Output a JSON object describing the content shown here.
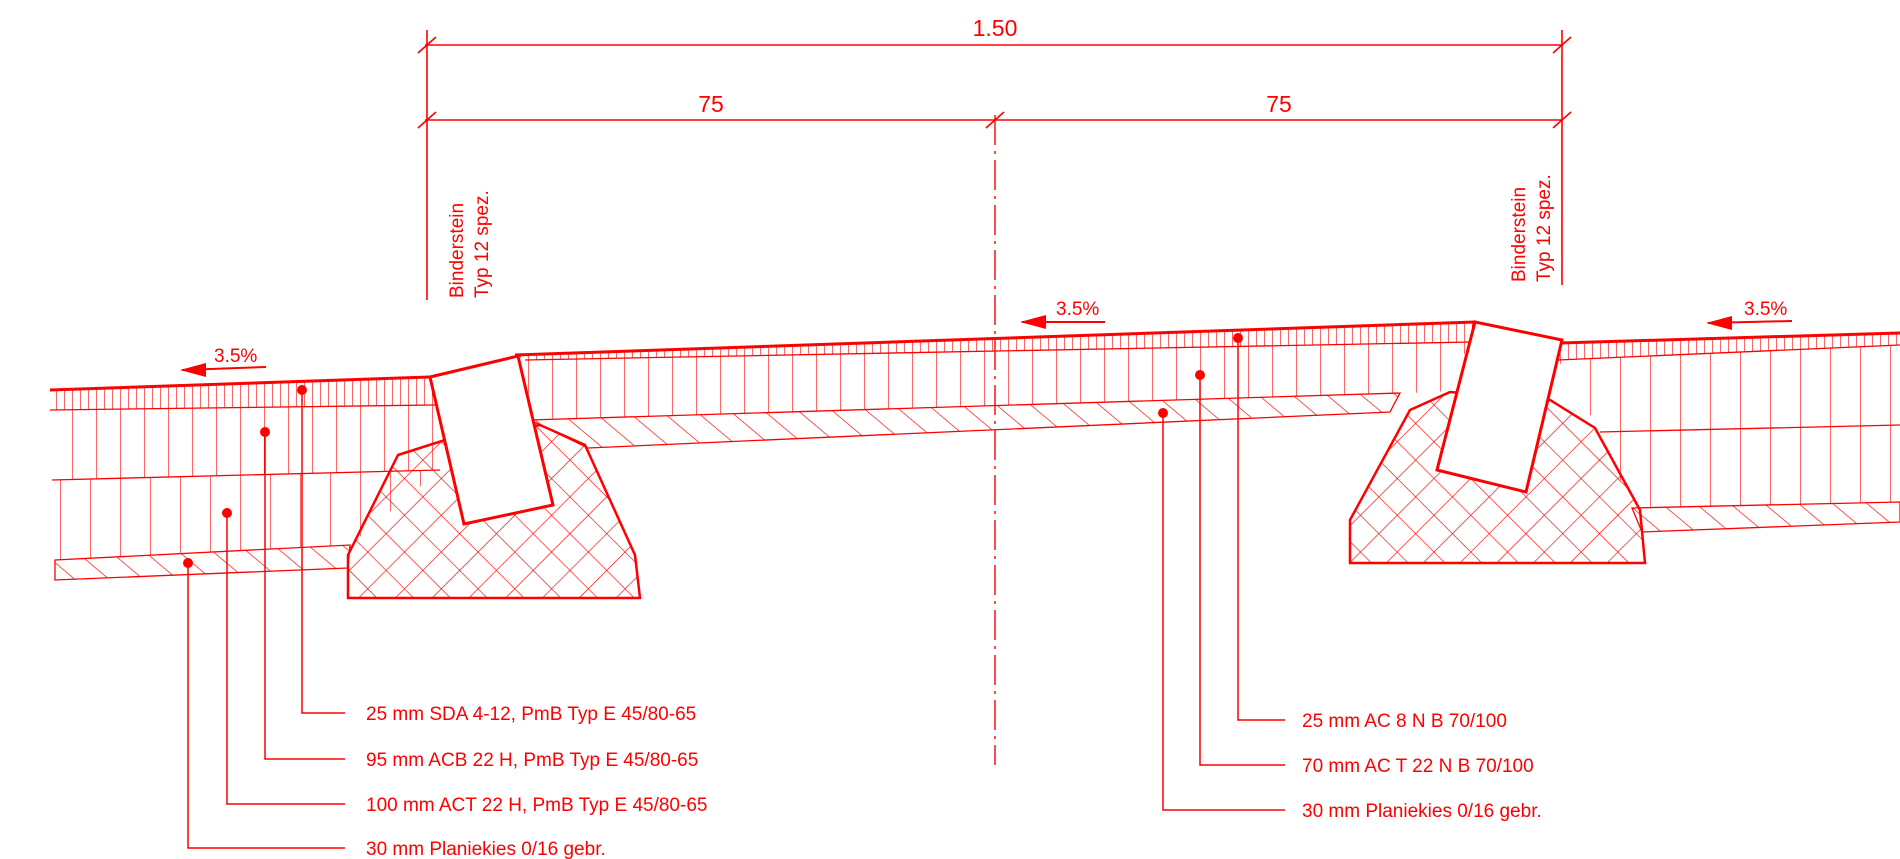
{
  "color": "#ff0000",
  "dimensions": {
    "total": "1.50",
    "left_half": "75",
    "right_half": "75"
  },
  "binderstein_left": {
    "line1": "Binderstein",
    "line2": "Typ 12 spez."
  },
  "binderstein_right": {
    "line1": "Binderstein",
    "line2": "Typ 12 spez."
  },
  "slopes": {
    "left": "3.5%",
    "center": "3.5%",
    "right": "3.5%"
  },
  "layers_left": [
    "25 mm SDA 4-12, PmB Typ E 45/80-65",
    "95 mm ACB 22 H, PmB Typ E 45/80-65",
    "100 mm ACT 22 H, PmB Typ E 45/80-65",
    "30 mm Planiekies 0/16 gebr."
  ],
  "layers_right": [
    "25 mm AC 8 N B 70/100",
    "70 mm AC T 22 N B 70/100",
    "30 mm Planiekies 0/16 gebr."
  ]
}
